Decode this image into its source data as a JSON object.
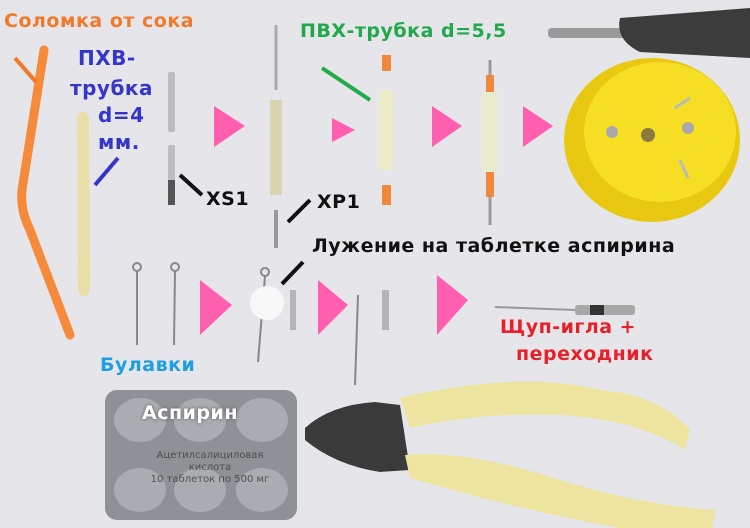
{
  "labels": {
    "straw": "Соломка от сока",
    "pvc_tube_4": [
      "ПХВ-",
      "трубка",
      "d=4",
      "мм."
    ],
    "xs1": "XS1",
    "xp1": "XP1",
    "pvc_tube_55": "ПВХ-трубка d=5,5",
    "tinning": "Лужение на таблетке аспирина",
    "pins": "Булавки",
    "probe": [
      "Щуп-игла +",
      "переходник"
    ],
    "aspirin": "Аспирин"
  },
  "blister": {
    "lines": [
      "Ацетилсалициловая",
      "кислота",
      "10 таблеток по 500 мг"
    ]
  },
  "colors": {
    "straw": "#f07a2a",
    "pvc4": "#3535cc",
    "pvc55": "#20a84a",
    "pins": "#1e9fe0",
    "probe": "#e8202a",
    "arrow": "#ff5fae",
    "cap": "#f5d820"
  }
}
